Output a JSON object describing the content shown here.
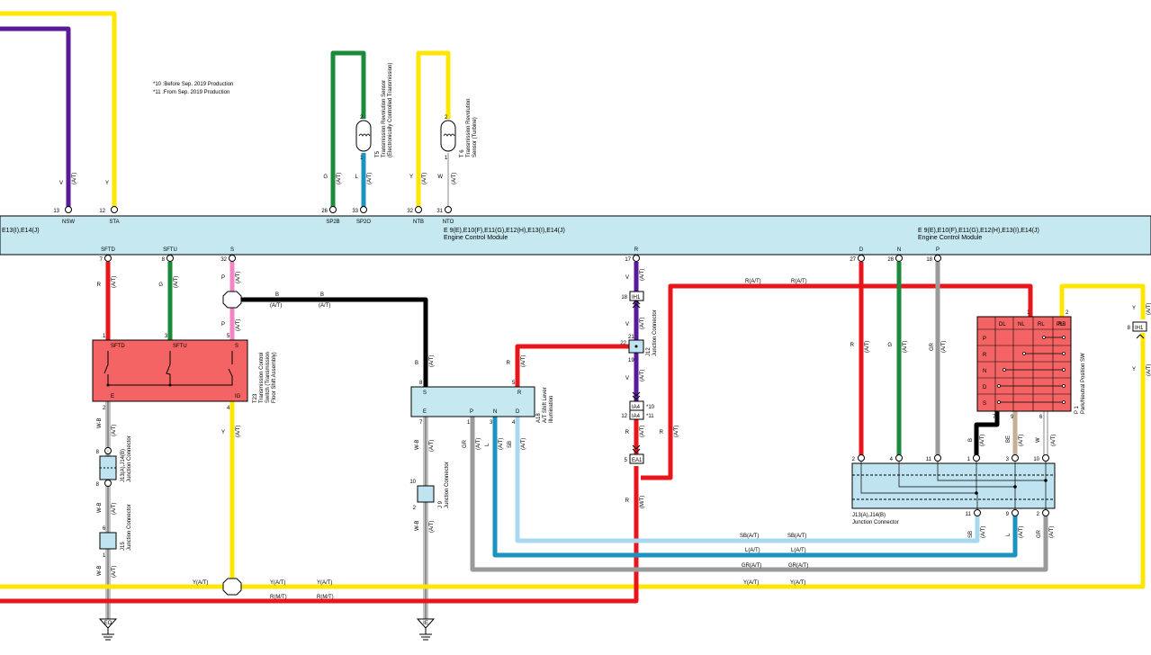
{
  "notes": [
    "*10 :Before Sep. 2019 Production",
    "*11 :From Sep. 2019 Production"
  ],
  "colors": {
    "red": "#e8161b",
    "green": "#1b8a3a",
    "yellow": "#ffe600",
    "purple": "#5a189a",
    "pink": "#f285c4",
    "gray": "#9a9a9a",
    "blue": "#1b93c0",
    "lightblue": "#a8d8ee",
    "black": "#000000",
    "tan": "#c8ae94",
    "ecm_fill": "#c6e8f0",
    "switch_fill": "#f56464",
    "connector_fill": "#bfe3f0"
  },
  "ecm": {
    "label_left": "E 9(E),E10(F),E11(G),E12(H),E13(I),E14(J)",
    "label_right": "E 9(E),E10(F),E11(G),E12(H),E13(I),E14(J)",
    "subtitle": "Engine Control Module",
    "label_cut": "E13(I),E14(J)",
    "top_pins": [
      {
        "num": "13",
        "pin": "I",
        "name": "NSW",
        "wire": "V",
        "note": "(A/T)"
      },
      {
        "num": "12",
        "pin": "I",
        "name": "STA",
        "wire": "Y",
        "note": ""
      },
      {
        "num": "26",
        "pin": "H",
        "name": "SP2B",
        "wire": "G",
        "note": "(A/T)"
      },
      {
        "num": "33",
        "pin": "H",
        "name": "SP2O",
        "wire": "L",
        "note": "(A/T)"
      },
      {
        "num": "32",
        "pin": "H",
        "name": "NTB",
        "wire": "Y",
        "note": "(A/T)"
      },
      {
        "num": "31",
        "pin": "H",
        "name": "NTO",
        "wire": "W",
        "note": "(A/T)"
      }
    ],
    "bottom_pins": [
      {
        "num": "7",
        "pin": "I",
        "name": "SFTD"
      },
      {
        "num": "8",
        "pin": "I",
        "name": "SFTU"
      },
      {
        "num": "32",
        "pin": "I",
        "name": "S"
      },
      {
        "num": "17",
        "pin": "H",
        "name": "R"
      },
      {
        "num": "27",
        "pin": "H",
        "name": "D"
      },
      {
        "num": "28",
        "pin": "H",
        "name": "N"
      },
      {
        "num": "18",
        "pin": "H",
        "name": "P"
      }
    ]
  },
  "sensors": [
    {
      "id": "T5",
      "line1": "Transmission Revolution Sensor",
      "line2": "(Electronically Controlled Transmission)",
      "pin_top": "2",
      "pin_bottom": "1"
    },
    {
      "id": "T 6",
      "line1": "Transmission Revolution",
      "line2": "Sensor (Turbine)",
      "pin_top": "2",
      "pin_bottom": "1"
    }
  ],
  "shift_switch": {
    "id": "T23",
    "line1": "Transmission Control",
    "line2": "Switch (Transmission",
    "line3": "Floor Shift Assembly)",
    "terms": [
      "SFTD",
      "SFTU",
      "S",
      "E",
      "IG"
    ],
    "pins": [
      "1",
      "3",
      "5",
      "2",
      "4"
    ]
  },
  "shift_illum": {
    "id": "A18",
    "line1": "A/T Shift Lever",
    "line2": "Illumination",
    "terms": [
      "S",
      "R",
      "E",
      "P",
      "N",
      "D"
    ],
    "pins": [
      "8",
      "5",
      "7",
      "1",
      "3",
      "4"
    ]
  },
  "park_sw": {
    "id": "P 1",
    "label": "Park/Neutral Position SW",
    "columns": [
      "DL",
      "NL",
      "RL",
      "PL",
      "RB"
    ],
    "rows": [
      "P",
      "R",
      "N",
      "D",
      "S"
    ],
    "pin_top": "1",
    "pin_right": "2",
    "pins_bottom": [
      "7",
      "9",
      "6"
    ]
  },
  "junction_main": {
    "id": "J13(A),J14(B)",
    "label": "Junction Connector",
    "top_pins": [
      "2",
      "4",
      "11",
      "1",
      "3",
      "10"
    ],
    "bottom_pins": [
      "11",
      "9",
      "2"
    ]
  },
  "junction_left": {
    "id": "J13(A),J14(B)",
    "label": "Junction Connector",
    "pin_top": "8",
    "pin_bottom": "8"
  },
  "junction_j15": {
    "id": "J15",
    "label": "Junction Connector",
    "pin_top": "6",
    "pin_bottom": "1"
  },
  "junction_j9": {
    "id": "J 9",
    "label": "Junction Connector",
    "pin_top": "10",
    "pin_bottom": "2"
  },
  "junction_j12": {
    "id": "J12",
    "label": "Junction Connector",
    "pin_left": "22",
    "pin_top": "21",
    "pin_bottom": "19"
  },
  "connectors": {
    "ih1": {
      "id": "IH1",
      "pin": "18"
    },
    "ia4a": {
      "id": "IA4",
      "pin": "12",
      "note": "*10"
    },
    "ia4b": {
      "id": "IA4",
      "pin": "12",
      "note": "*11"
    },
    "ea1": {
      "id": "EA1",
      "pin": "5"
    },
    "ih1_right": {
      "id": "IH1",
      "pin": "8"
    }
  },
  "grounds": [
    "EO",
    "IE"
  ],
  "wire_labels": {
    "B": "B",
    "AT": "(A/T)",
    "R_AT": "R(A/T)",
    "Y_AT": "Y(A/T)",
    "R_MT": "R(M/T)",
    "SB_AT": "SB(A/T)",
    "L_AT": "L(A/T)",
    "GR_AT": "GR(A/T)",
    "R": "R",
    "G": "G",
    "P": "P",
    "Y": "Y",
    "V": "V",
    "W": "W",
    "L": "L",
    "SB": "SB",
    "GR": "GR",
    "WB": "W-B",
    "BE": "BE",
    "MT": "(M/T)"
  }
}
